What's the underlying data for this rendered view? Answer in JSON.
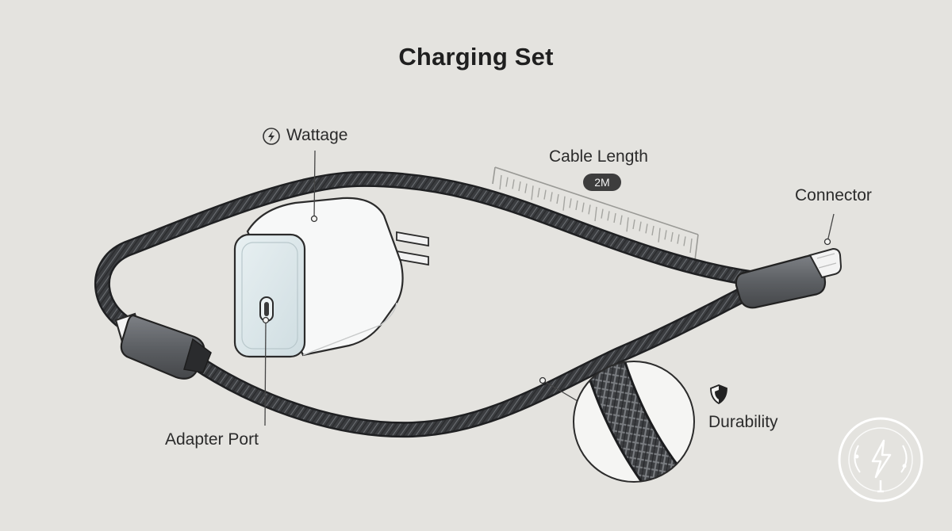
{
  "title": "Charging Set",
  "labels": {
    "wattage": "Wattage",
    "cable_length": "Cable Length",
    "cable_length_value": "2M",
    "connector": "Connector",
    "adapter_port": "Adapter Port",
    "durability": "Durability"
  },
  "icons": {
    "wattage": "lightning-bolt-icon",
    "durability": "shield-icon",
    "watermark": "charging-logo-icon"
  },
  "colors": {
    "background": "#e4e3df",
    "cable": "#3a3c3f",
    "adapter": "#f6f7f7",
    "adapter_face": "#dfe9ec",
    "connector_housing": "#6a6d71",
    "connector_tip": "#f2f2f2",
    "badge": "#3d3d3d"
  }
}
